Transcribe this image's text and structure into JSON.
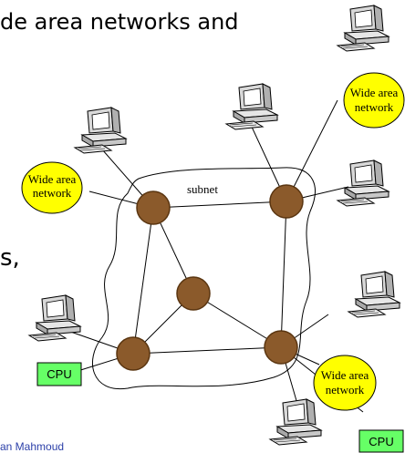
{
  "slide": {
    "headline": "de area networks and",
    "fragment": "s,",
    "footer": "an Mahmoud"
  },
  "diagram": {
    "subnet_label": "subnet",
    "wan_label_line1": "Wide area",
    "wan_label_line2": "network",
    "cpu_label": "CPU",
    "colors": {
      "router": "#8b5a2b",
      "router_stroke": "#5a3510",
      "wan_fill": "#ffff00",
      "cpu_fill": "#66ff66"
    },
    "icons": [
      "computer-icon",
      "wide-area-network-cloud",
      "router-node"
    ]
  }
}
